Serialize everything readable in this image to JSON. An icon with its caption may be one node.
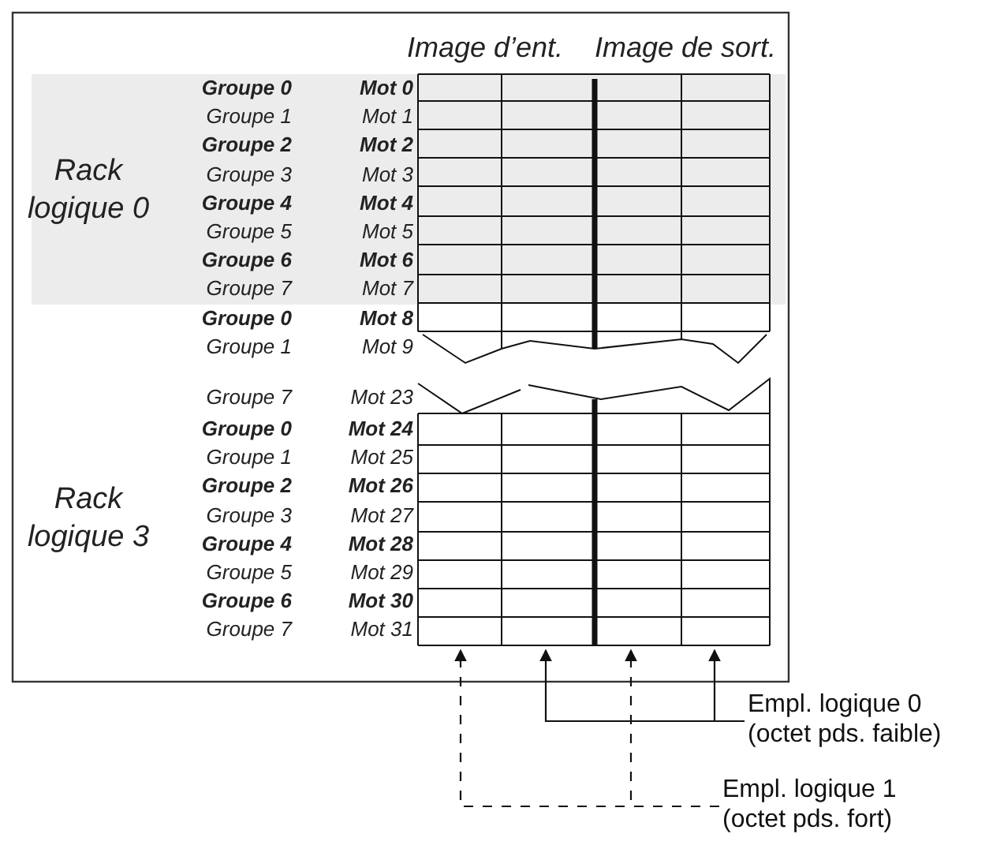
{
  "diagram": {
    "nodes": [
      {
        "text": [
          "Empl. logique 0 (octet pds. faible)"
        ]
      },
      {
        "text": [
          "Empl. logique 1 (octet pds. fort)"
        ]
      }
    ],
    "edges": [
      {
        "from": 0,
        "to": null,
        "arrow": "to"
      },
      {
        "from": 0,
        "to": null,
        "arrow": "to"
      },
      {
        "from": 1,
        "to": null,
        "arrow": "to",
        "style": "dashed"
      },
      {
        "from": 1,
        "to": null,
        "arrow": "to",
        "style": "dashed"
      }
    ],
    "labels": [
      "Image d’ent.",
      "Image de sort.",
      "Rack logique 0",
      "Groupe 0",
      "Mot 0",
      "Groupe 1",
      "Mot 1",
      "Groupe 2",
      "Mot 2",
      "Groupe 3",
      "Mot 3",
      "Groupe 4",
      "Mot 4",
      "Groupe 5",
      "Mot 5",
      "Groupe 6",
      "Mot 6",
      "Groupe 7",
      "Mot 7",
      "Groupe 0",
      "Mot 8",
      "Groupe 1",
      "Mot 9",
      "Groupe 7",
      "Mot 23",
      "Rack logique 3",
      "Groupe 0",
      "Mot 24",
      "Groupe 1",
      "Mot 25",
      "Groupe 2",
      "Mot 26",
      "Groupe 3",
      "Mot 27",
      "Groupe 4",
      "Mot 28",
      "Groupe 5",
      "Mot 29",
      "Groupe 6",
      "Mot 30",
      "Groupe 7",
      "Mot 31"
    ]
  }
}
